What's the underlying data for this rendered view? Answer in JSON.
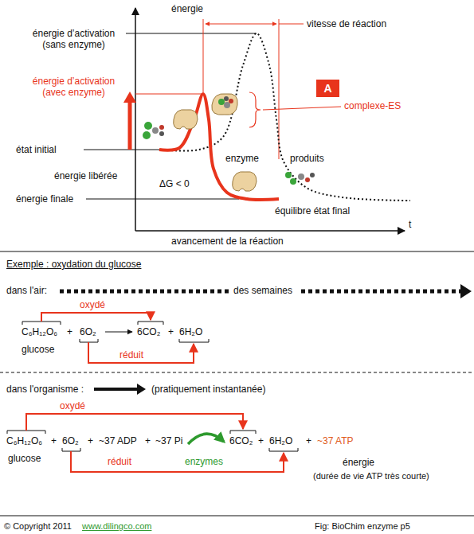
{
  "diagram": {
    "nodes": [
      {
        "text": [
          "A"
        ]
      }
    ],
    "labels": [
      "énergie",
      "énergie d’activation (sans enzyme)",
      "vitesse de réaction",
      "énergie d’activation (avec enzyme)",
      "complexe-ES",
      "état initial",
      "enzyme",
      "produits",
      "énergie libérée",
      "ΔG < 0",
      "énergie finale",
      "équilibre état final",
      "t",
      "avancement de la réaction",
      "Exemple : oxydation du glucose",
      "dans l'air:",
      "des semaines",
      "oxydé",
      "C₆H₁₂O₆",
      "+",
      "6O₂",
      "6CO₂",
      "+",
      "6H₂O",
      "glucose",
      "réduit",
      "dans l'organisme :",
      "(pratiquement instantanée)",
      "oxydé",
      "C₆H₁₂O₆",
      "+",
      "6O₂",
      "+",
      "~37 ADP",
      "+",
      "~37 Pi",
      "6CO₂",
      "+",
      "6H₂O",
      "+",
      "~37 ATP",
      "glucose",
      "réduit",
      "enzymes",
      "énergie",
      "(durée de vie ATP très courte)",
      "© Copyright 2011",
      "www.dilingco.com",
      "Fig: BioChim enzyme p5"
    ]
  }
}
